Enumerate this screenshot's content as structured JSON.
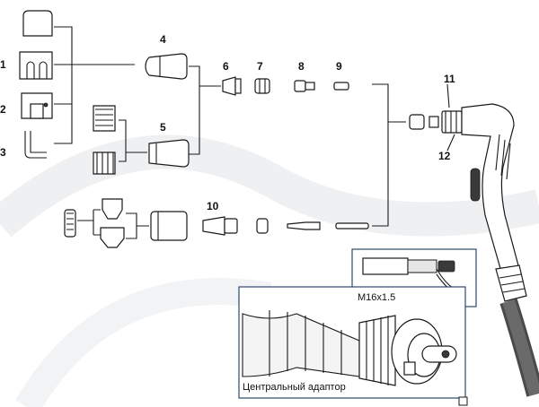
{
  "callouts": {
    "n1": "1",
    "n2": "2",
    "n3": "3",
    "n4": "4",
    "n5": "5",
    "n6": "6",
    "n7": "7",
    "n8": "8",
    "n9": "9",
    "n10": "10",
    "n11": "11",
    "n12": "12"
  },
  "insets": {
    "thread_label": "M16x1.5",
    "adapter_label": "Центральный адаптор"
  },
  "colors": {
    "line": "#1a1a1a",
    "inset_border": "#2c4a6e",
    "background_arc": "#eef0f2",
    "hose": "#4a4a4a"
  }
}
